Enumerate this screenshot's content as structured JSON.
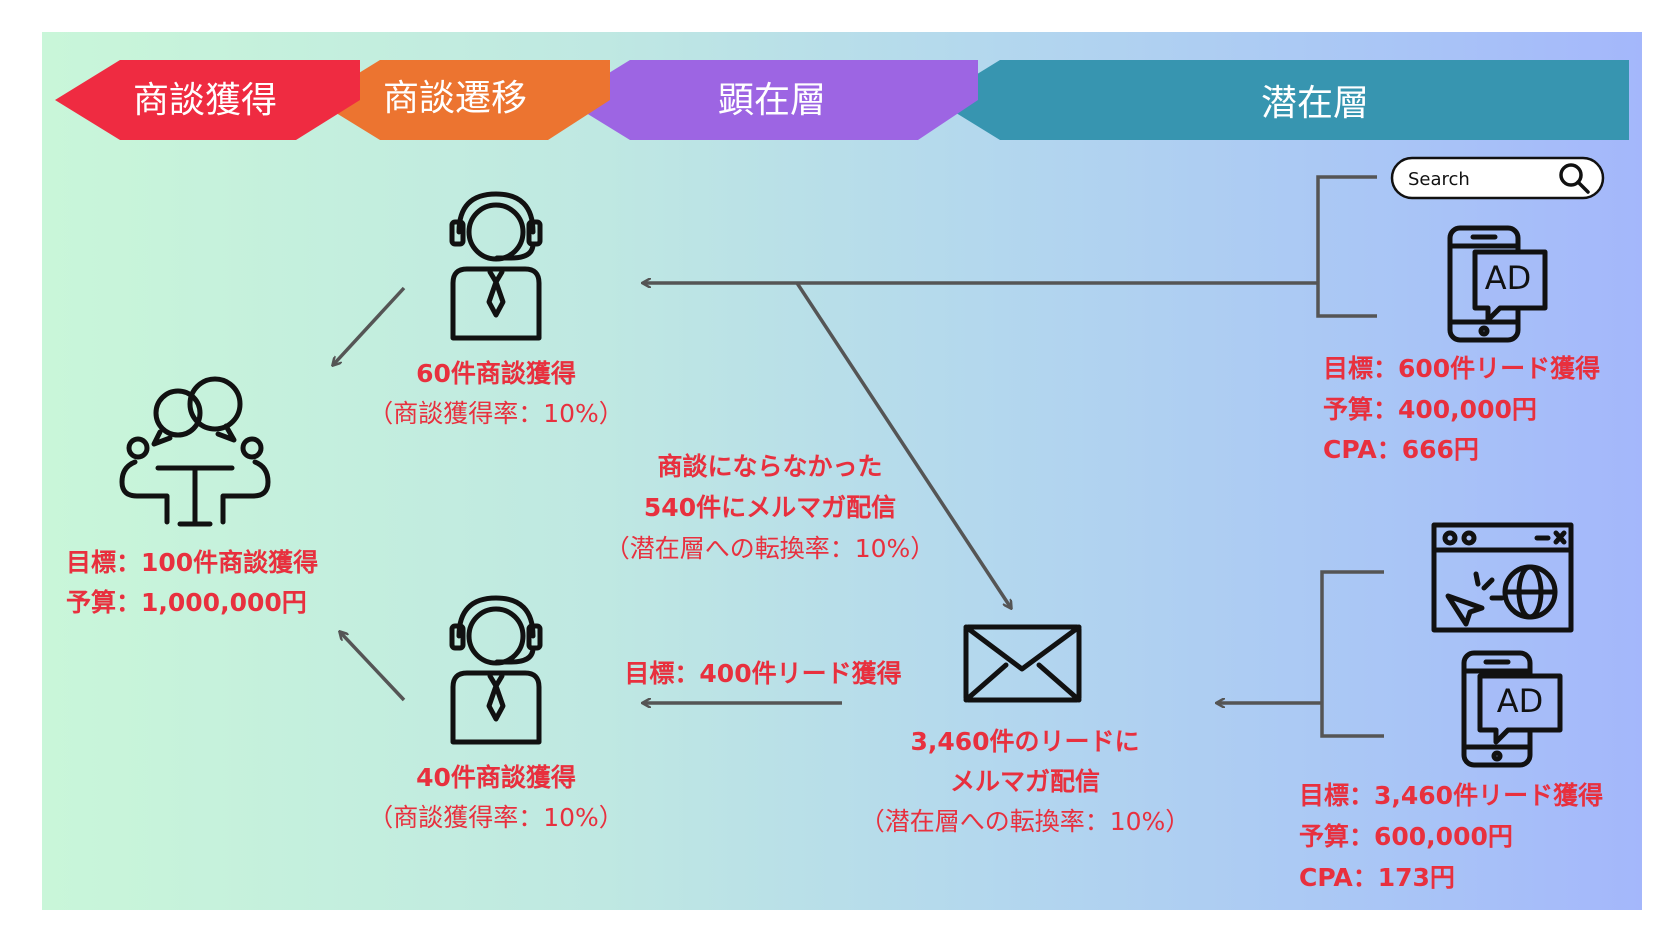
{
  "stages": [
    {
      "label": "商談獲得",
      "color": "#ef2b41"
    },
    {
      "label": "商談遷移",
      "color": "#ec7430"
    },
    {
      "label": "顕在層",
      "color": "#9d65e3"
    },
    {
      "label": "潜在層",
      "color": "#3795b0"
    }
  ],
  "meeting": {
    "goal": "目標：100件商談獲得",
    "budget": "予算：1,000,000円"
  },
  "operator_top": {
    "line1": "60件商談獲得",
    "line2": "（商談獲得率：10%）"
  },
  "operator_bottom": {
    "line1": "40件商談獲得",
    "line2": "（商談獲得率：10%）"
  },
  "nurture": {
    "line1": "商談にならなかった",
    "line2": "540件にメルマガ配信",
    "line3": "（潜在層への転換率：10%）"
  },
  "email_lead_goal": "目標：400件リード獲得",
  "email": {
    "line1": "3,460件のリードに",
    "line2": "メルマガ配信",
    "line3": "（潜在層への転換率：10%）"
  },
  "search": {
    "placeholder": "Search"
  },
  "ad_icon_text": "AD",
  "search_ads": {
    "goal": "目標：600件リード獲得",
    "budget": "予算：400,000円",
    "cpa": "CPA：666円"
  },
  "display_ads": {
    "goal": "目標：3,460件リード獲得",
    "budget": "予算：600,000円",
    "cpa": "CPA：173円"
  },
  "colors": {
    "accent_text": "#e8303e",
    "connector": "#555555"
  }
}
